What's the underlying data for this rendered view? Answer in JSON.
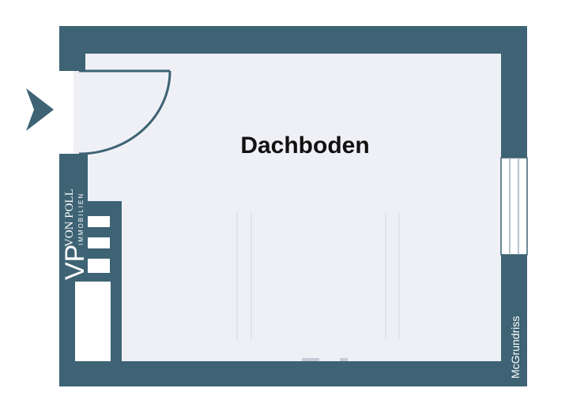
{
  "room": {
    "name": "Dachboden"
  },
  "branding": {
    "logo_mark": "VP",
    "logo_name": "VON POLL",
    "logo_sub": "IMMOBILIEN",
    "credit": "McGrundriss"
  },
  "icons": {
    "entrance": "entrance-arrow-icon",
    "door": "door-swing-icon",
    "window": "window-icon",
    "stairs": "stairs-icon"
  },
  "colors": {
    "wall": "#3d6374",
    "floor": "#eff0f6",
    "line": "#3d6374",
    "text": "#111111"
  }
}
